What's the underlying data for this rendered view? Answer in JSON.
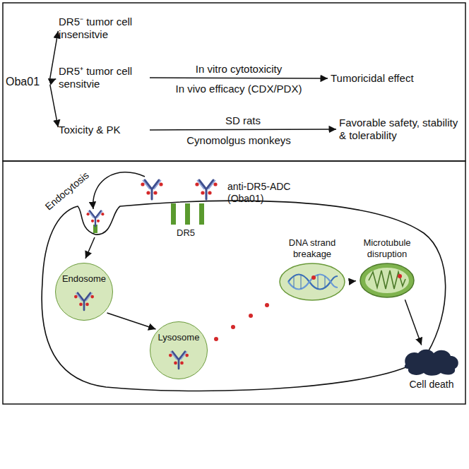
{
  "diagram": {
    "nodes": [
      {
        "text": [
          "Oba01"
        ]
      },
      {
        "text": [
          "DR5⁻ tumor cell insensitvie"
        ]
      },
      {
        "text": [
          "DR5⁺ tumor cell sensitvie"
        ]
      },
      {
        "text": [
          "Toxicity & PK"
        ]
      },
      {
        "text": [
          "Tumoricidal effect"
        ]
      },
      {
        "text": [
          "Favorable safety, stability & tolerability"
        ]
      },
      {
        "text": [
          "Endosome"
        ]
      },
      {
        "text": [
          "Lysosome"
        ]
      },
      {
        "text": [
          "DNA strand breakage"
        ]
      },
      {
        "text": [
          "Microtubule disruption"
        ]
      },
      {
        "text": [
          "Cell death"
        ]
      }
    ],
    "edges": [
      {
        "from": 0,
        "to": 1,
        "arrow": "to"
      },
      {
        "from": 0,
        "to": 2,
        "arrow": "to"
      },
      {
        "from": 0,
        "to": 3,
        "arrow": "to"
      },
      {
        "from": 2,
        "to": 4,
        "label": "In vitro cytotoxicity",
        "arrow": "to"
      },
      {
        "from": 3,
        "to": 5,
        "label": "SD rats",
        "arrow": "to"
      },
      {
        "from": 6,
        "to": 7,
        "arrow": "to"
      },
      {
        "from": 8,
        "to": 9,
        "arrow": "to"
      },
      {
        "from": 9,
        "to": 10,
        "arrow": "to"
      }
    ],
    "labels": [
      "In vivo efficacy (CDX/PDX)",
      "Cynomolgus monkeys",
      "Endocytosis",
      "anti-DR5-ADC (Oba01)",
      "DR5"
    ]
  }
}
